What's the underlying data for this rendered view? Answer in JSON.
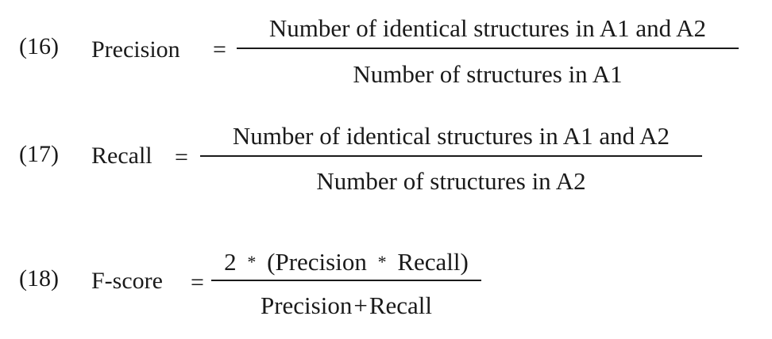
{
  "equations": [
    {
      "number": "(16)",
      "term": "Precision",
      "equals": "=",
      "numerator": "Number of identical structures in A1 and A2",
      "denominator": "Number of structures in A1"
    },
    {
      "number": "(17)",
      "term": "Recall",
      "equals": "=",
      "numerator": "Number of identical structures in A1 and A2",
      "denominator": "Number of structures in A2"
    },
    {
      "number": "(18)",
      "term": "F-score",
      "equals": "=",
      "numerator_parts": {
        "two": "2",
        "star": "*",
        "open": "(Precision",
        "star2": "*",
        "close": "Recall)"
      },
      "denominator_parts": {
        "left": "Precision",
        "plus": "+",
        "right": "Recall"
      }
    }
  ]
}
